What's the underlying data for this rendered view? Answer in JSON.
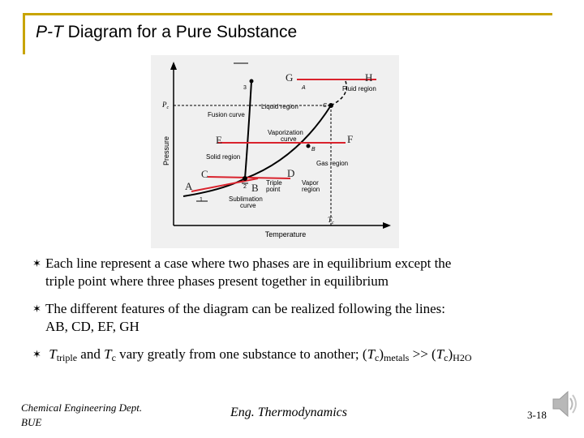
{
  "slide": {
    "title_italic": "P-T",
    "title_rest": " Diagram for a Pure Substance"
  },
  "diagram": {
    "axis_y": "Pressure",
    "axis_x": "Temperature",
    "pc": "P",
    "pc_sub": "c",
    "tc": "T",
    "tc_sub": "c",
    "fusion_curve": "Fusion curve",
    "liquid_region": "Liquid region",
    "fluid_region": "Fluid region",
    "vaporization_curve_1": "Vaporization",
    "vaporization_curve_2": "curve",
    "solid_region": "Solid region",
    "gas_region": "Gas region",
    "triple_point_1": "Triple",
    "triple_point_2": "point",
    "vapor_region_1": "Vapor",
    "vapor_region_2": "region",
    "sublimation_curve_1": "Sublimation",
    "sublimation_curve_2": "curve",
    "small_labels": {
      "n1": "1",
      "n2": "2",
      "n3": "3",
      "a": "A",
      "b": "B",
      "c": "C"
    },
    "line_labels": {
      "A": "A",
      "B": "B",
      "C": "C",
      "D": "D",
      "E": "E",
      "F": "F",
      "G": "G",
      "H": "H"
    }
  },
  "bullets": {
    "b1_line1": "Each line represent a case where two phases are in equilibrium except the",
    "b1_line2": "triple point where three phases present together in equilibrium",
    "b2_line1": "The different features of the diagram can be realized following the lines:",
    "b2_line2": "AB, CD, EF, GH",
    "b3_t1": "T",
    "b3_triple": "triple",
    "b3_and": " and ",
    "b3_t2": "T",
    "b3_c": "c",
    "b3_vary": " vary greatly from one substance to another;  (",
    "b3_t3": "T",
    "b3_c2": "c",
    "b3_metals": ")",
    "b3_metals_sub": "metals",
    "b3_gt": " >> (",
    "b3_t4": "T",
    "b3_c3": "c",
    "b3_close": ")",
    "b3_h2o": "H2O"
  },
  "footer": {
    "dept_line1": "Chemical Engineering Dept.",
    "dept_line2": "BUE",
    "course": "Eng. Thermodynamics",
    "page": "3-18"
  },
  "colors": {
    "accent": "#c8a400",
    "line_red": "#d9232d"
  }
}
